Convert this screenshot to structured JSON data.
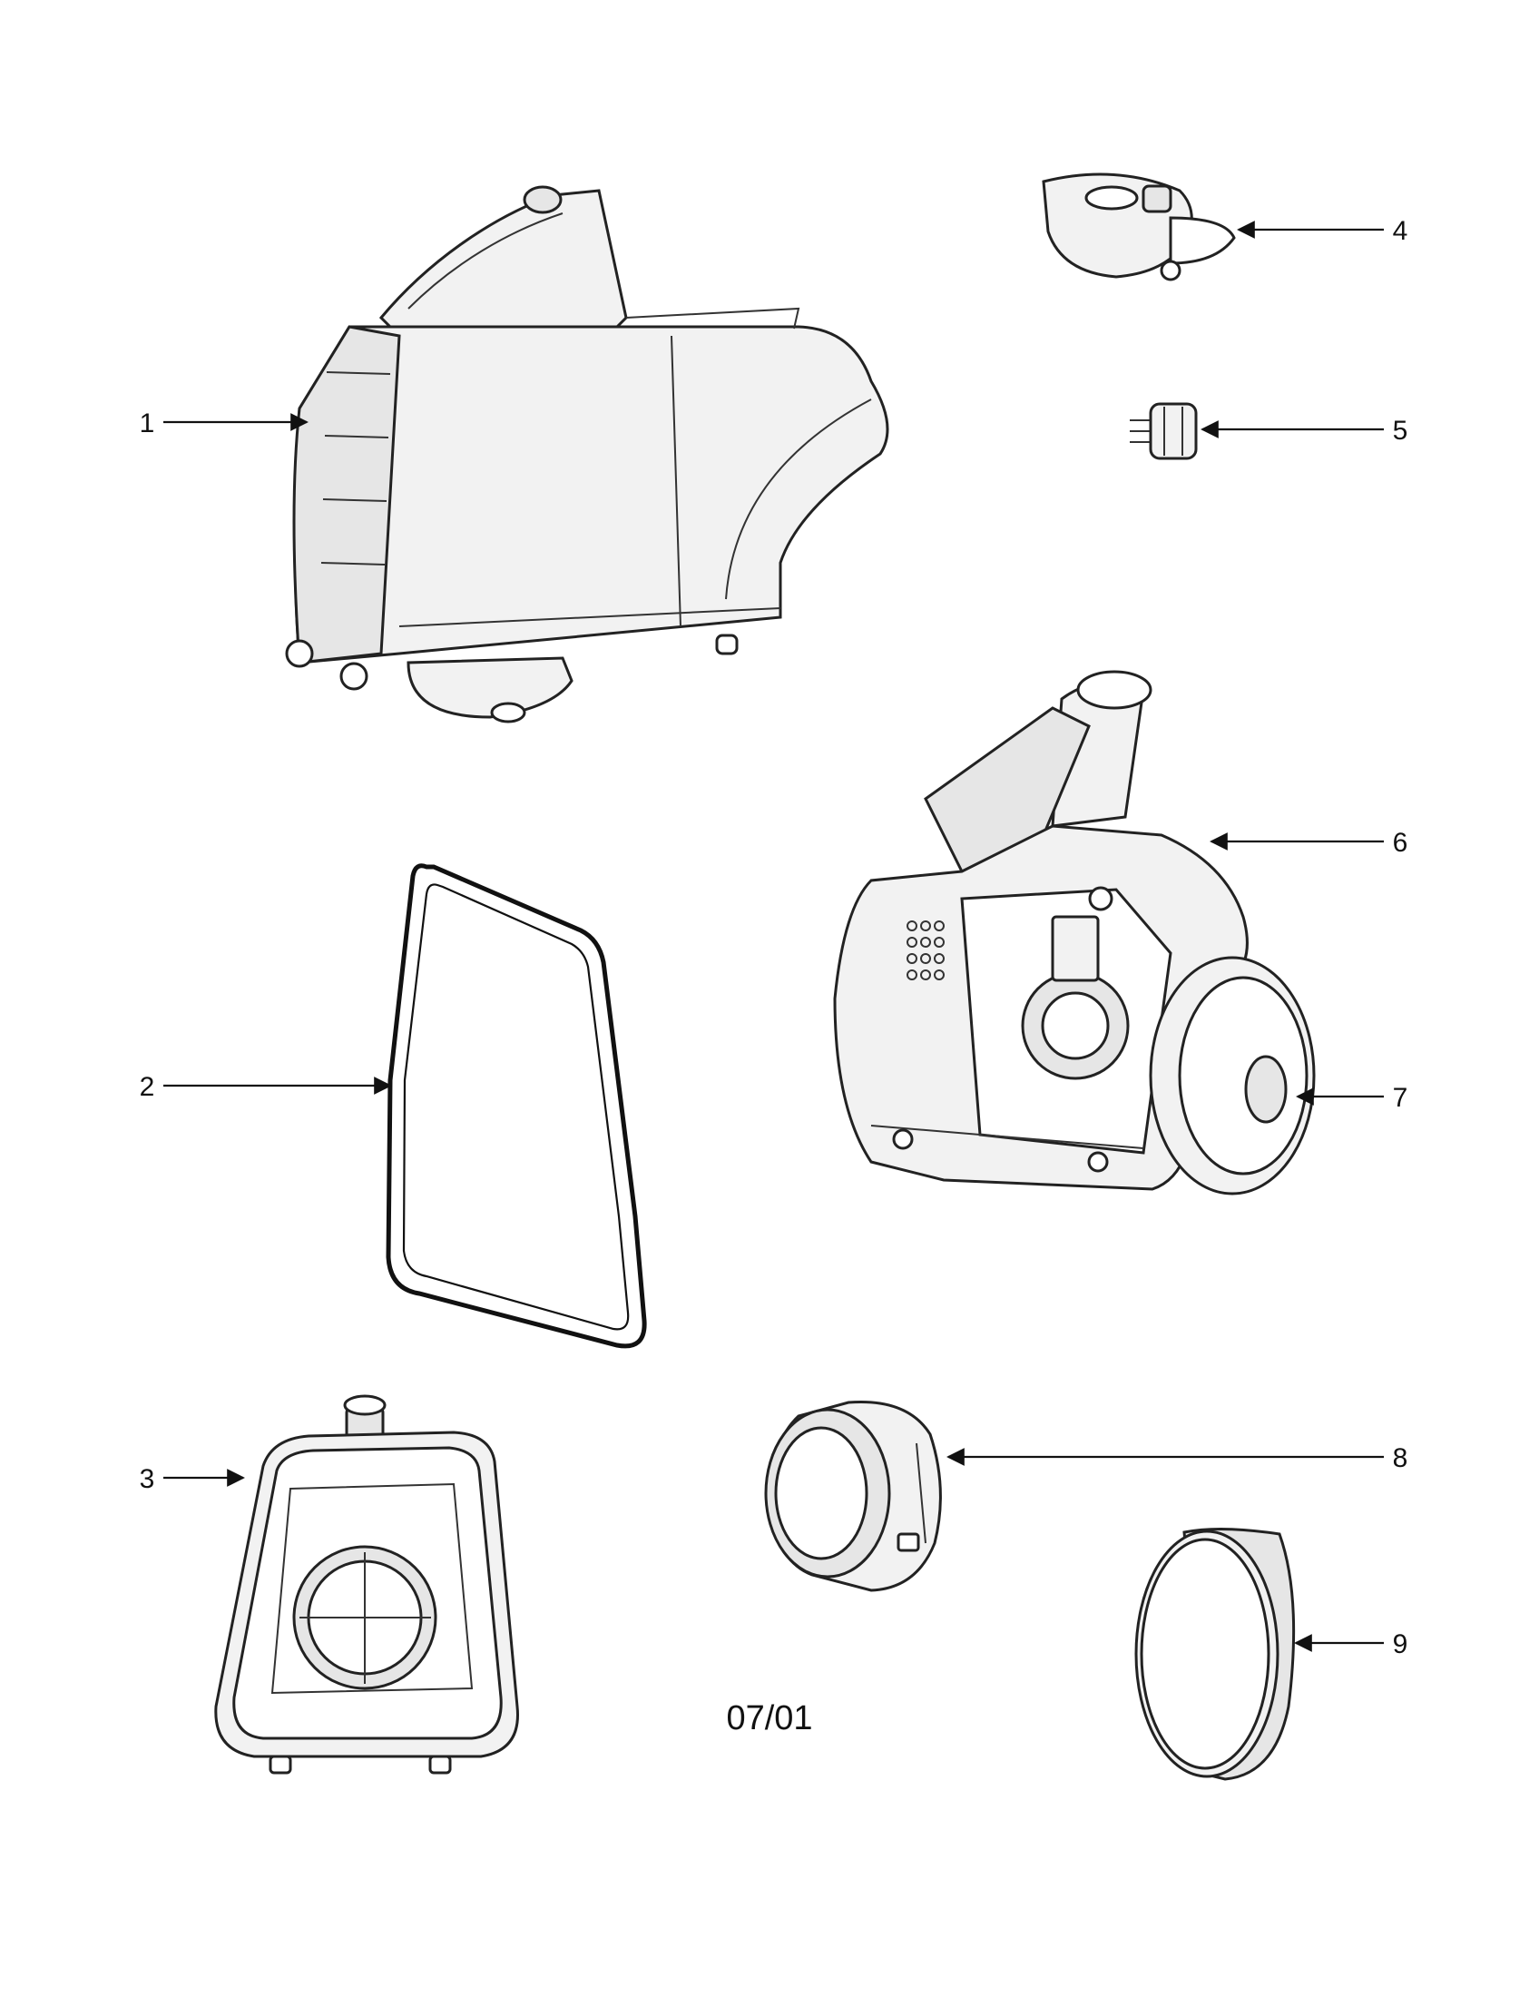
{
  "parts": [
    {
      "id": "1",
      "label": "1"
    },
    {
      "id": "2",
      "label": "2"
    },
    {
      "id": "3",
      "label": "3"
    },
    {
      "id": "4",
      "label": "4"
    },
    {
      "id": "5",
      "label": "5"
    },
    {
      "id": "6",
      "label": "6"
    },
    {
      "id": "7",
      "label": "7"
    },
    {
      "id": "8",
      "label": "8"
    },
    {
      "id": "9",
      "label": "9"
    }
  ],
  "footer": {
    "date_code": "07/01"
  }
}
